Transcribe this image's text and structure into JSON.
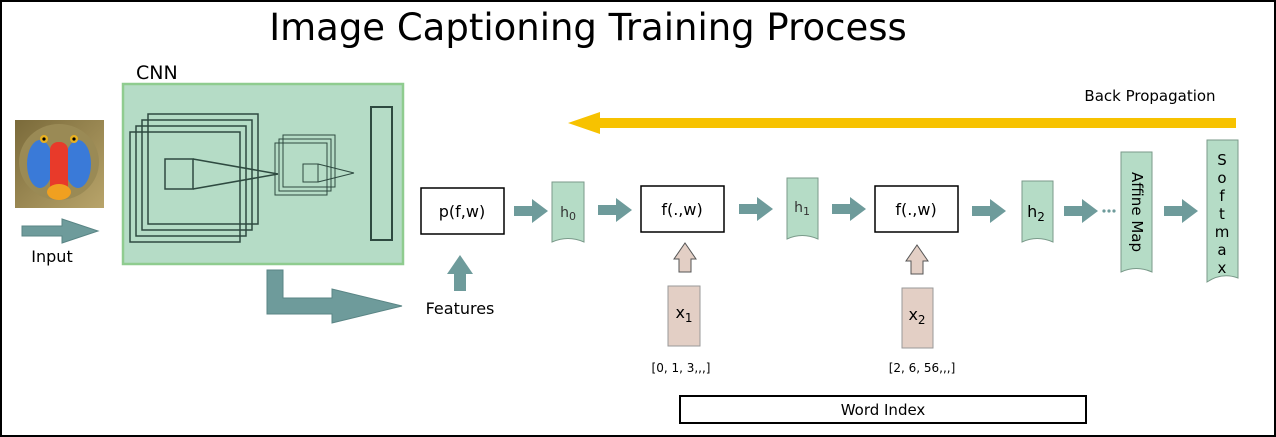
{
  "title": "Image Captioning Training Process",
  "input_label": "Input",
  "cnn_label": "CNN",
  "features_label": "Features",
  "nodes": {
    "p": "p(f,w)",
    "f1": "f(.,w)",
    "f2": "f(.,w)",
    "h0": "h",
    "h0_sub": "0",
    "h1": "h",
    "h1_sub": "1",
    "h2": "h",
    "h2_sub": "2",
    "x1": "x",
    "x1_sub": "1",
    "x2": "x",
    "x2_sub": "2",
    "affine": "Affine Map",
    "softmax": [
      "S",
      "o",
      "f",
      "t",
      "m",
      "a",
      "x"
    ]
  },
  "x1_values": "[0, 1, 3,,,]",
  "x2_values": "[2, 6, 56,,,]",
  "word_index": "Word Index",
  "back_propagation": "Back Propagation",
  "colors": {
    "cnn_fill": "#b5dcc6",
    "cnn_border": "#8fcc8f",
    "arrow": "#6e9b9b",
    "hidden_fill": "#b5dcc6",
    "x_fill": "#e3cfc5",
    "backprop": "#f7c200"
  }
}
